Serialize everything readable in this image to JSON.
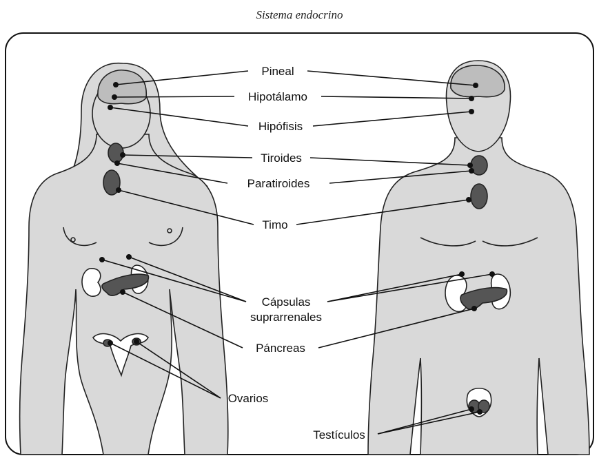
{
  "title": "Sistema endocrino",
  "labels": {
    "pineal": "Pineal",
    "hipotalamo": "Hipotálamo",
    "hipofisis": "Hipófisis",
    "tiroides": "Tiroides",
    "paratiroides": "Paratiroides",
    "timo": "Timo",
    "capsulas_line1": "Cápsulas",
    "capsulas_line2": "suprarrenales",
    "pancreas": "Páncreas",
    "ovarios": "Ovarios",
    "testiculos": "Testículos"
  },
  "colors": {
    "body_fill": "#d9d9d9",
    "gland_fill": "#555555",
    "line": "#111111"
  }
}
